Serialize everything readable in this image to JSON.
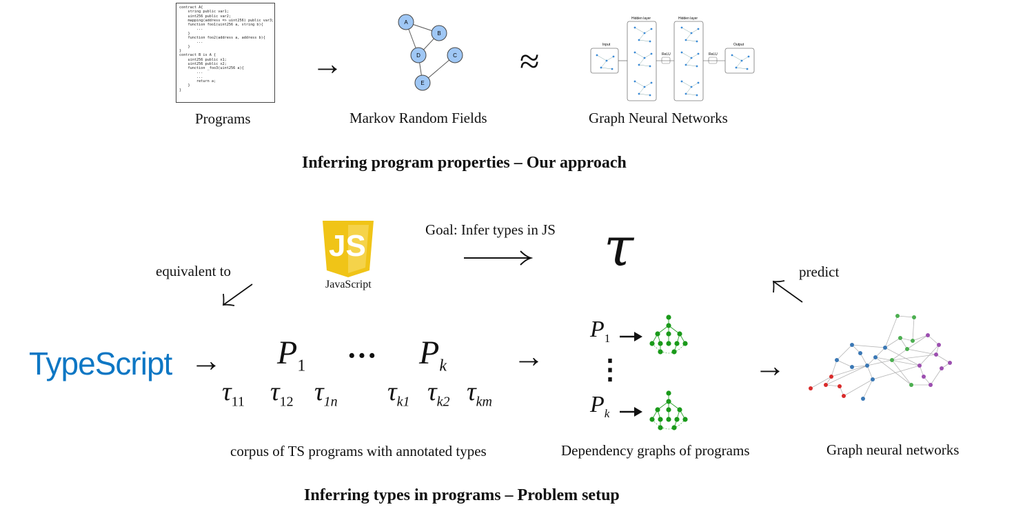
{
  "top": {
    "code_lines": [
      "contract A{",
      "    string public var1;",
      "    uint256 public var2;",
      "    mapping(address => uint256) public var3;",
      "    function foo1(uint256 a, string b){",
      "        ...",
      "    }",
      "    function foo2(address a, address b){",
      "        ...",
      "    }",
      "}",
      "",
      "contract B is A {",
      "    uint256 public x1;",
      "    uint256 public x2;",
      "",
      "    function _foo3(uint256 a){",
      "        ...",
      "        ...",
      "        return a;",
      "    }",
      "}"
    ],
    "programs_label": "Programs",
    "mrf_label": "Markov Random Fields",
    "gnn_label": "Graph Neural Networks",
    "mrf_nodes": [
      "A",
      "B",
      "C",
      "D",
      "E"
    ],
    "nn_labels": {
      "input": "Input",
      "hidden1": "Hidden layer",
      "hidden2": "Hidden layer",
      "relu1": "ReLU",
      "relu2": "ReLU",
      "output": "Output"
    },
    "approx_symbol": "≈",
    "arrow_symbol": "→",
    "title": "Inferring program properties – Our approach",
    "node_color": "#9fc7f5"
  },
  "bottom": {
    "js_logo_text": "JS",
    "js_caption": "JavaScript",
    "goal_label": "Goal: Infer types in JS",
    "tau_symbol": "𝜏",
    "equivalent_label": "equivalent to",
    "predict_label": "predict",
    "typescript_logo": "TypeScript",
    "p1": "P",
    "p1_sub": "1",
    "dots": "···",
    "pk": "P",
    "pk_sub": "k",
    "tau11": "τ",
    "tau11_sub": "11",
    "tau12": "τ",
    "tau12_sub": "12",
    "tau1n": "τ",
    "tau1n_sub": "1n",
    "tauk1": "τ",
    "tauk1_sub": "k1",
    "tauk2": "τ",
    "tauk2_sub": "k2",
    "taukm": "τ",
    "taukm_sub": "km",
    "corpus_label": "corpus of TS programs with annotated types",
    "dep_label": "Dependency graphs of programs",
    "gnn_label": "Graph neural networks",
    "dep_p1": "P",
    "dep_p1_sub": "1",
    "dep_pk": "P",
    "dep_pk_sub": "k",
    "vdots": "⋮",
    "title": "Inferring types in programs – Problem setup",
    "colors": {
      "js_yellow": "#f0c417",
      "ts_blue": "#0e77c4",
      "graph_green": "#1a9a1a",
      "gnn_blue": "#3a78b5",
      "gnn_green": "#4caf50",
      "gnn_purple": "#9c4fb0",
      "gnn_red": "#d92b2b"
    }
  }
}
